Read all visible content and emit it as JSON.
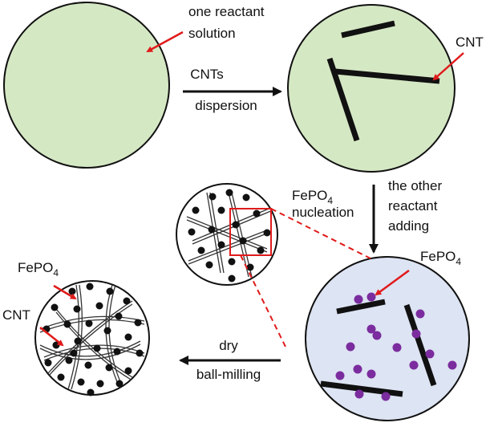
{
  "labels": {
    "one_reactant_line1": "one reactant",
    "one_reactant_line2": "solution",
    "cnts": "CNTs",
    "dispersion": "dispersion",
    "cnt_top": "CNT",
    "other_line1": "the other",
    "other_line2": "reactant",
    "other_line3": "adding",
    "fepo4_nucleation_base": "FePO",
    "fepo4_nucleation_sub": "4",
    "nucleation": "nucleation",
    "fepo4_right_base": "FePO",
    "fepo4_right_sub": "4",
    "fepo4_left_base": "FePO",
    "fepo4_left_sub": "4",
    "cnt_left": "CNT",
    "dry": "dry",
    "ball_milling": "ball-milling"
  },
  "colors": {
    "solution_fill": "#d5e8c4",
    "after_fill": "#dde4f3",
    "particle_purple": "#7b2c9e",
    "pointer_red": "#e01b1b",
    "stroke": "#111111"
  }
}
